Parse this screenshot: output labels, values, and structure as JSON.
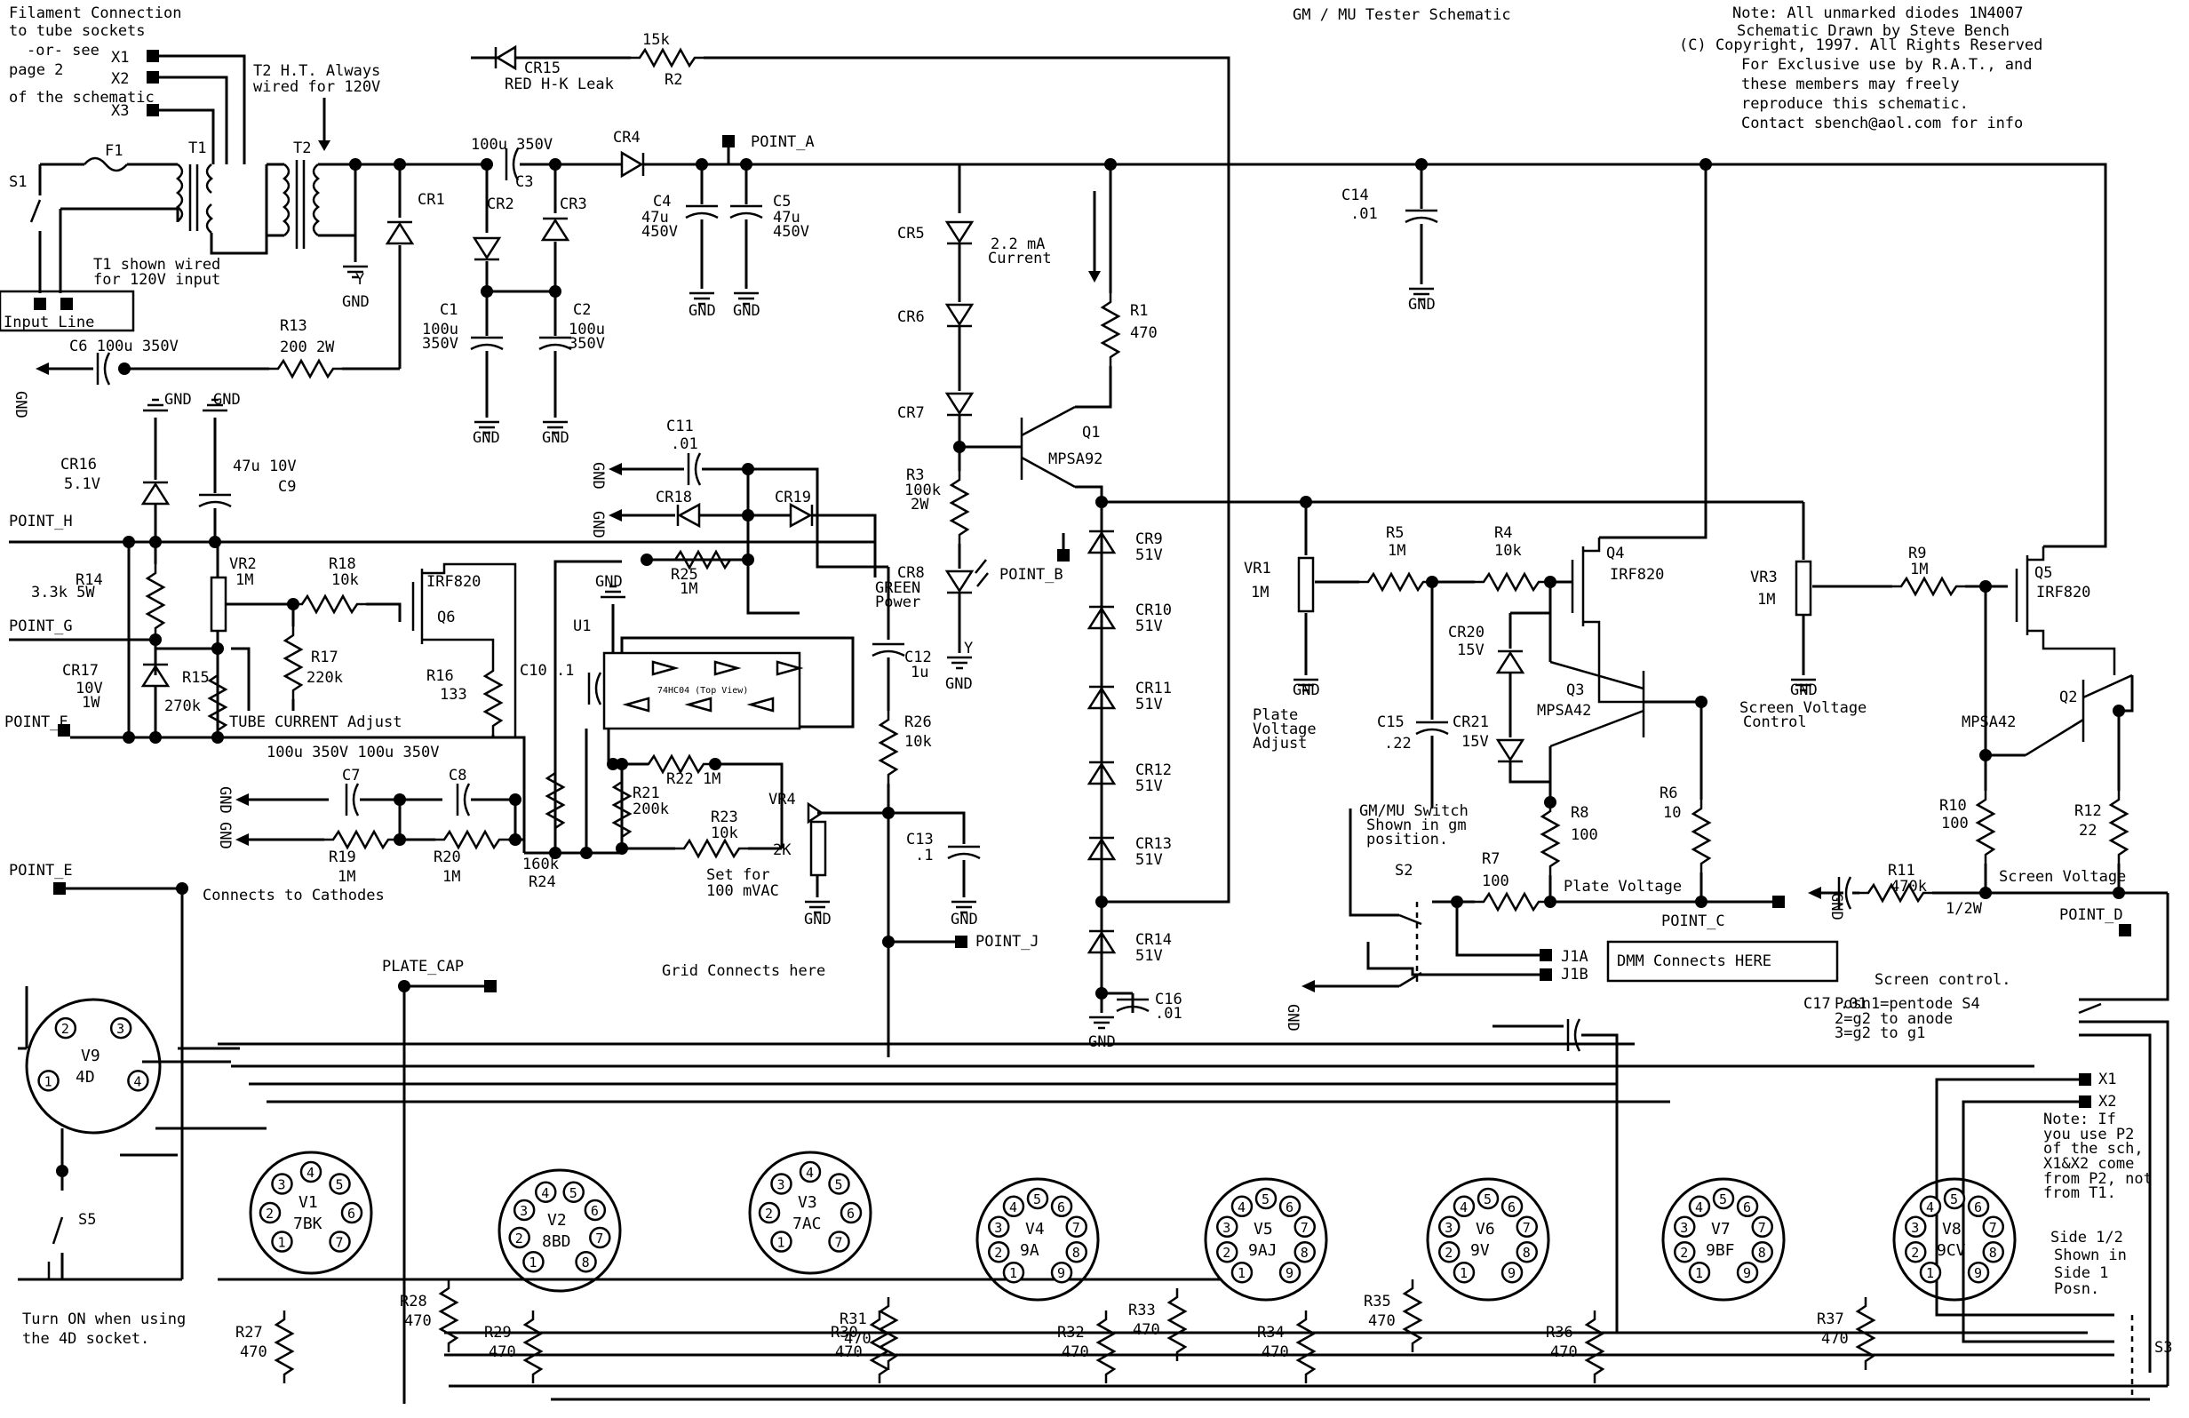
{
  "title": "GM / MU Tester Schematic",
  "notes": {
    "filament": [
      "Filament Connection",
      "to tube sockets",
      "-or- see",
      "page 2",
      "of the schematic"
    ],
    "top_right": [
      "Note: All unmarked diodes 1N4007",
      "Schematic Drawn by Steve Bench",
      "(C)  Copyright, 1997. All Rights Reserved",
      "For Exclusive use by R.A.T., and",
      "these members may freely",
      "reproduce this schematic.",
      "Contact sbench@aol.com for info"
    ],
    "t2": [
      "T2 H.T. Always",
      "wired for 120V"
    ],
    "t1": [
      "T1 shown wired",
      "for 120V input"
    ],
    "input_line": "Input Line",
    "current": [
      "2.2 mA",
      "Current"
    ],
    "tube_current": "TUBE CURRENT Adjust",
    "set_100mv": [
      "Set for",
      "100 mVAC"
    ],
    "connects_cathodes": "Connects to Cathodes",
    "grid_connects": "Grid Connects here",
    "dmm": "DMM Connects HERE",
    "plate_voltage": "Plate Voltage",
    "screen_voltage": "Screen Voltage",
    "screen_control": "Screen control.",
    "plate_adjust": [
      "Plate",
      "Voltage",
      "Adjust"
    ],
    "screen_control_vr3": [
      "Screen Voltage",
      "Control"
    ],
    "gm_switch": [
      "GM/MU Switch",
      "Shown in gm",
      "position."
    ],
    "s4_positions": [
      "Posn1=pentode  S4",
      "2=g2 to anode",
      "3=g2 to g1"
    ],
    "x1x2_note": [
      "Note: If",
      "you use P2",
      "of the sch,",
      "X1&X2 come",
      "from P2, not",
      "from T1."
    ],
    "side": [
      "Side 1/2",
      "Shown in",
      "Side 1",
      "Posn."
    ],
    "s5_note": [
      "Turn ON when using",
      "the 4D socket."
    ],
    "green_power": [
      "GREEN",
      "Power"
    ],
    "ic_label": "74HC04 (Top View)"
  },
  "points": {
    "a": "POINT_A",
    "b": "POINT_B",
    "c": "POINT_C",
    "d": "POINT_D",
    "e": "POINT_E",
    "f": "POINT_F",
    "g": "POINT_G",
    "h": "POINT_H",
    "j": "POINT_J",
    "plate_cap": "PLATE_CAP",
    "x1": "X1",
    "x2": "X2",
    "x3": "X3",
    "j1a": "J1A",
    "j1b": "J1B",
    "gnd": "GND",
    "y": "Y"
  },
  "components": {
    "f1": "F1",
    "t1": "T1",
    "t2": "T2",
    "s1": "S1",
    "s2": "S2",
    "s3": "S3",
    "s4": "S4",
    "s5": "S5",
    "cr1": "CR1",
    "cr2": "CR2",
    "cr3": "CR3",
    "cr4": "CR4",
    "cr5": "CR5",
    "cr6": "CR6",
    "cr7": "CR7",
    "cr8": "CR8",
    "cr9": [
      "CR9",
      "51V"
    ],
    "cr10": [
      "CR10",
      "51V"
    ],
    "cr11": [
      "CR11",
      "51V"
    ],
    "cr12": [
      "CR12",
      "51V"
    ],
    "cr13": [
      "CR13",
      "51V"
    ],
    "cr14": [
      "CR14",
      "51V"
    ],
    "cr15": [
      "CR15",
      "RED H-K Leak"
    ],
    "cr16": [
      "CR16",
      "5.1V"
    ],
    "cr17": [
      "CR17",
      "10V",
      "1W"
    ],
    "cr18": "CR18",
    "cr19": "CR19",
    "cr20": [
      "CR20",
      "15V"
    ],
    "cr21": [
      "CR21",
      "15V"
    ],
    "c1": [
      "C1",
      "100u",
      "350V"
    ],
    "c2": [
      "C2",
      "100u",
      "350V"
    ],
    "c3": [
      "100u  350V",
      "C3"
    ],
    "c4": [
      "C4",
      "47u",
      "450V"
    ],
    "c5": [
      "C5",
      "47u",
      "450V"
    ],
    "c6": [
      "C6 100u  350V"
    ],
    "c7": "C7",
    "c8": "C8",
    "c78v": "100u  350V  100u  350V",
    "c9": [
      "47u  10V",
      "C9"
    ],
    "c10": "C10 .1",
    "c11": [
      "C11",
      ".01"
    ],
    "c12": [
      "C12",
      "1u"
    ],
    "c13": [
      "C13",
      ".1"
    ],
    "c14": [
      "C14",
      ".01"
    ],
    "c15": [
      "C15",
      ".22"
    ],
    "c16": [
      "C16",
      ".01"
    ],
    "c17": "C17  .01",
    "r1": [
      "R1",
      "470"
    ],
    "r2": [
      "15k",
      "R2"
    ],
    "r3": [
      "R3",
      "100k",
      "2W"
    ],
    "r4": [
      "R4",
      "10k"
    ],
    "r5": [
      "R5",
      "1M"
    ],
    "r6": [
      "R6",
      "10"
    ],
    "r7": [
      "R7",
      "100"
    ],
    "r8": [
      "R8",
      "100"
    ],
    "r9": [
      "R9",
      "1M"
    ],
    "r10": [
      "R10",
      "100"
    ],
    "r11": [
      "R11",
      "470k",
      "1/2W"
    ],
    "r12": [
      "R12",
      "22"
    ],
    "r13": [
      "R13",
      "200  2W"
    ],
    "r14": [
      "R14",
      "3.3k 5W"
    ],
    "r15": [
      "R15",
      "270k"
    ],
    "r16": [
      "R16",
      "133"
    ],
    "r17": [
      "R17",
      "220k"
    ],
    "r18": [
      "R18",
      "10k"
    ],
    "r19": [
      "R19",
      "1M"
    ],
    "r20": [
      "R20",
      "1M"
    ],
    "r21": [
      "R21",
      "200k"
    ],
    "r22": "R22  1M",
    "r23": [
      "R23",
      "10k"
    ],
    "r24": [
      "160k",
      "R24"
    ],
    "r25": [
      "R25",
      "1M"
    ],
    "r26": [
      "R26",
      "10k"
    ],
    "r27": [
      "R27",
      "470"
    ],
    "r28": [
      "R28",
      "470"
    ],
    "r29": [
      "R29",
      "470"
    ],
    "r30": [
      "R30",
      "470"
    ],
    "r31": [
      "R31",
      "470"
    ],
    "r32": [
      "R32",
      "470"
    ],
    "r33": [
      "R33",
      "470"
    ],
    "r34": [
      "R34",
      "470"
    ],
    "r35": [
      "R35",
      "470"
    ],
    "r36": [
      "R36",
      "470"
    ],
    "r37": [
      "R37",
      "470"
    ],
    "vr1": [
      "VR1",
      "1M"
    ],
    "vr2": [
      "VR2",
      "1M"
    ],
    "vr3": [
      "VR3",
      "1M"
    ],
    "vr4": [
      "VR4",
      "2K"
    ],
    "q1": [
      "Q1",
      "MPSA92"
    ],
    "q2": [
      "Q2",
      "MPSA42"
    ],
    "q3": [
      "Q3",
      "MPSA42"
    ],
    "q4": [
      "Q4",
      "IRF820"
    ],
    "q5": [
      "Q5",
      "IRF820"
    ],
    "q6": [
      "IRF820",
      "Q6"
    ],
    "u1": "U1"
  },
  "sockets": [
    {
      "name": "V1",
      "base": "7BK"
    },
    {
      "name": "V2",
      "base": "8BD"
    },
    {
      "name": "V3",
      "base": "7AC"
    },
    {
      "name": "V4",
      "base": "9A"
    },
    {
      "name": "V5",
      "base": "9AJ"
    },
    {
      "name": "V6",
      "base": "9V"
    },
    {
      "name": "V7",
      "base": "9BF"
    },
    {
      "name": "V8",
      "base": "9CV"
    },
    {
      "name": "V9",
      "base": "4D"
    }
  ]
}
